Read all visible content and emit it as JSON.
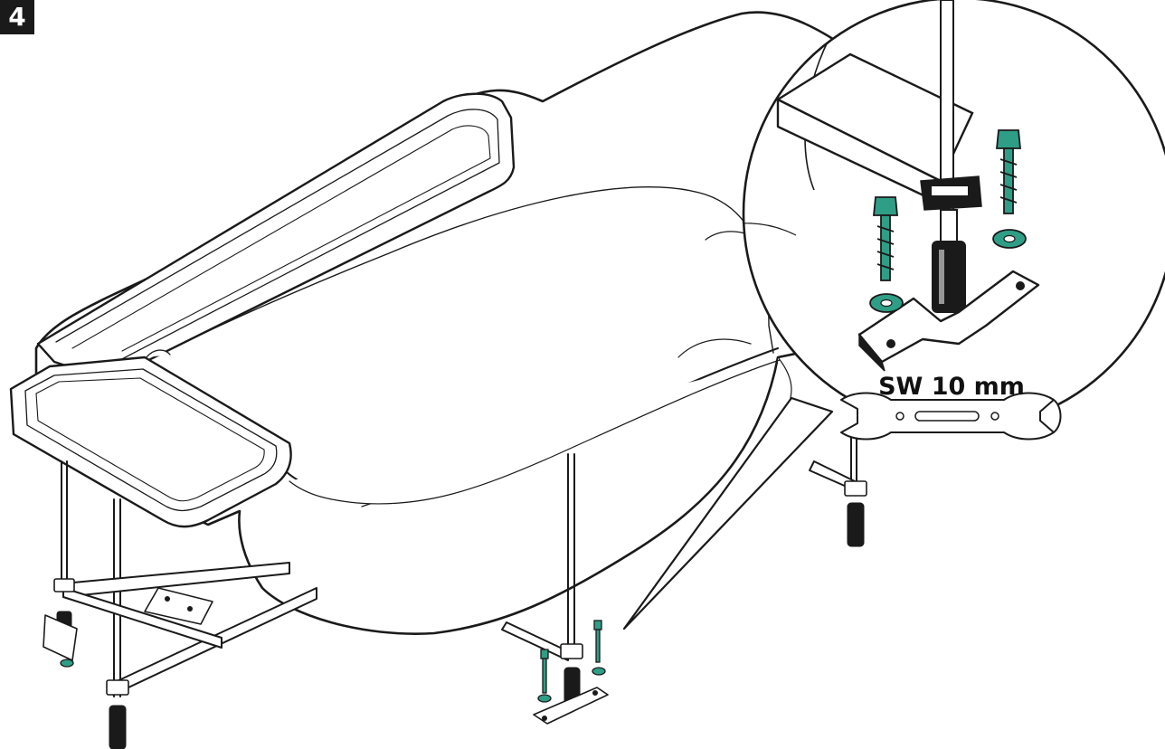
{
  "step": {
    "number": "4"
  },
  "callout": {
    "tool_label": "SW 10 mm"
  },
  "icons": {
    "bathtub": "bathtub-illustration",
    "frame": "support-frame",
    "screw": "wood-screw-icon",
    "washer": "washer-icon",
    "foot": "adjustable-foot-icon",
    "wrench": "open-end-wrench-icon"
  },
  "colors": {
    "hardware_accent": "#2f9e86",
    "line": "#1a1a1a",
    "badge_bg": "#1a1a1a"
  }
}
